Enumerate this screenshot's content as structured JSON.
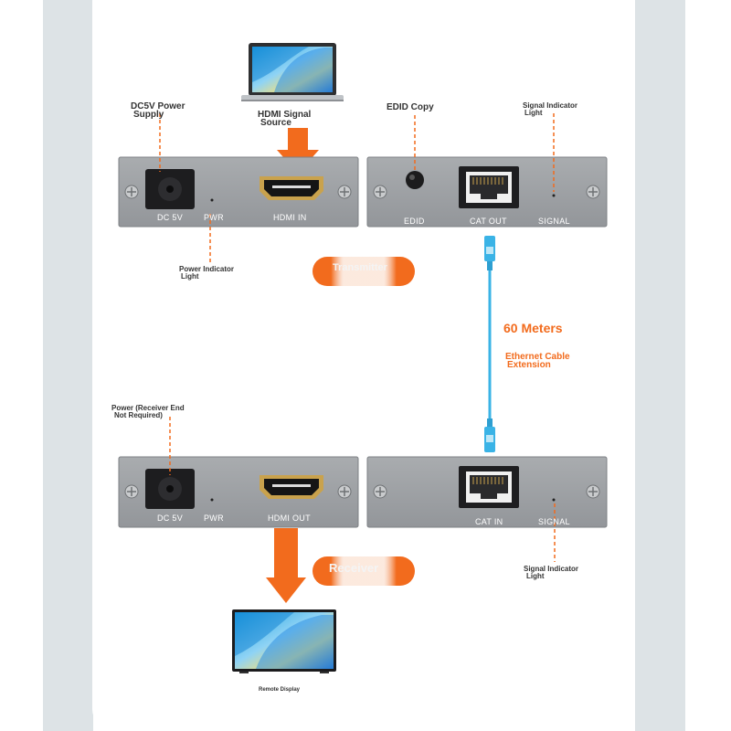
{
  "colors": {
    "accent": "#f26b1d",
    "device": "#9ea1a4",
    "cable": "#3ab3e6"
  },
  "labels": {
    "dc_power_supply": [
      "DC5V Power",
      "Supply"
    ],
    "hdmi_signal_source": [
      "HDMI Signal",
      "Source"
    ],
    "edid_copy": "EDID Copy",
    "signal_indicator_tx": [
      "Signal Indicator",
      "Light"
    ],
    "power_indicator": [
      "Power Indicator",
      "Light"
    ],
    "transmitter": "Transmitter",
    "distance": "60 Meters",
    "cable_extension": [
      "Ethernet Cable",
      "Extension"
    ],
    "receiver_power": [
      "Power (Receiver End",
      "Not Required)"
    ],
    "receiver": "Receiver",
    "signal_indicator_rx": [
      "Signal Indicator",
      "Light"
    ],
    "remote_display": "Remote Display"
  },
  "ports": {
    "tx_left": [
      "DC 5V",
      "PWR",
      "HDMI IN"
    ],
    "tx_right": [
      "EDID",
      "CAT OUT",
      "SIGNAL"
    ],
    "rx_left": [
      "DC 5V",
      "PWR",
      "HDMI OUT"
    ],
    "rx_right": [
      "CAT IN",
      "SIGNAL"
    ]
  }
}
